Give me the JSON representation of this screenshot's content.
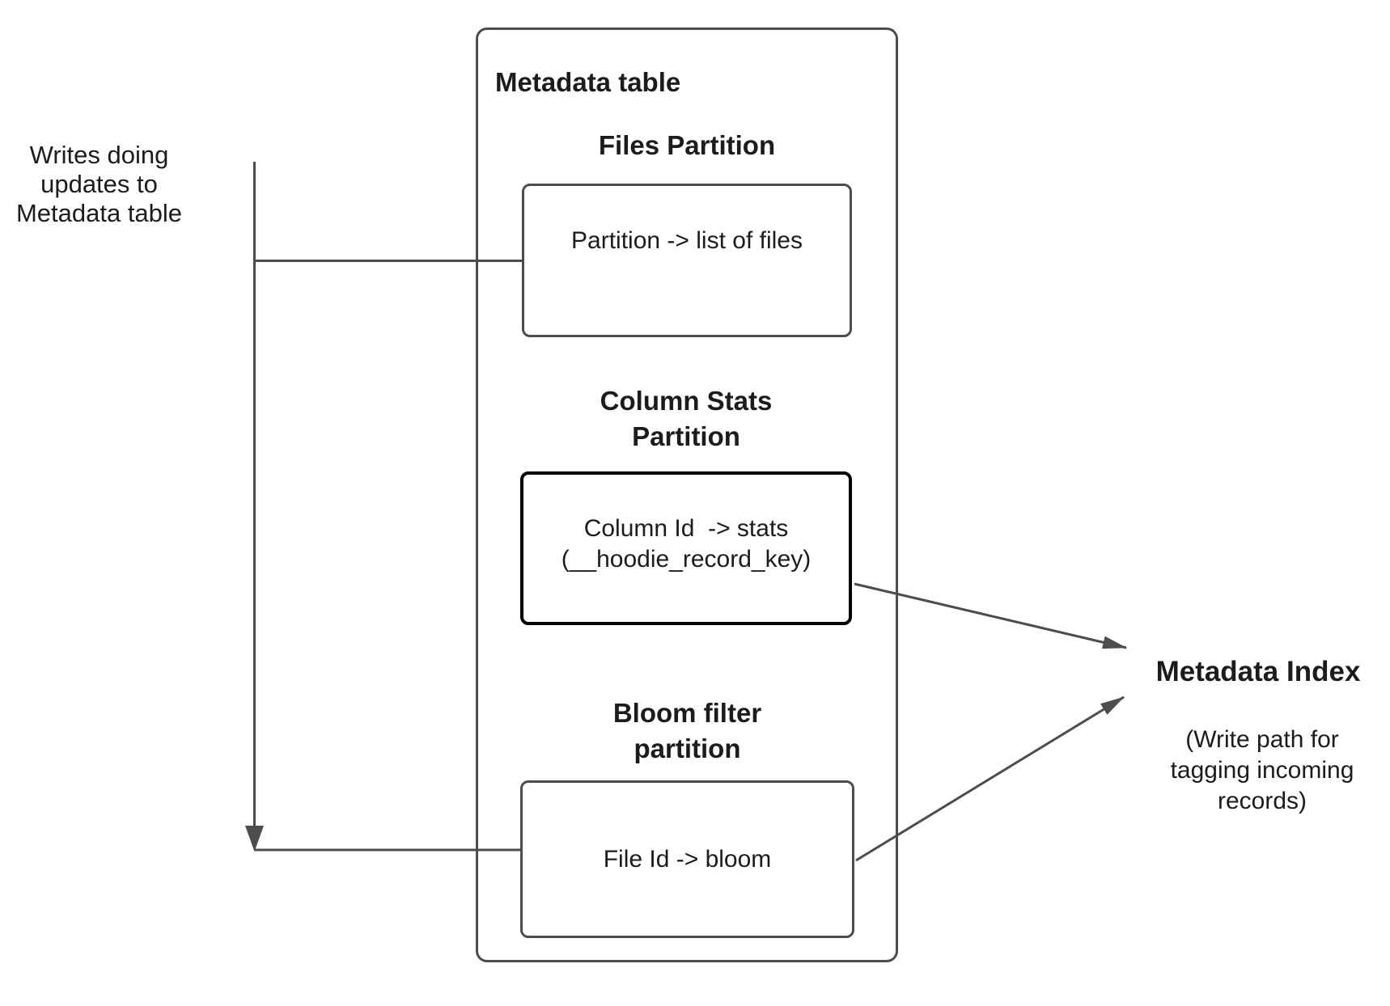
{
  "canvas": {
    "background": "#ffffff",
    "box_border_color": "#4d4d4d",
    "stats_box_border_color": "#000000",
    "connector_color": "#4d4d4d",
    "text_color": "#1c1c1c"
  },
  "left_note": {
    "text": "Writes doing\nupdates to\nMetadata table"
  },
  "metadata_table": {
    "title": "Metadata table",
    "files": {
      "heading": "Files Partition",
      "value": "Partition -> list of files"
    },
    "column_stats": {
      "heading": "Column Stats\nPartition",
      "value": "Column Id  -> stats\n(__hoodie_record_key)"
    },
    "bloom": {
      "heading": "Bloom filter\npartition",
      "value": "File Id -> bloom"
    }
  },
  "metadata_index": {
    "title": "Metadata Index",
    "note": "(Write path for\ntagging incoming\nrecords)"
  }
}
